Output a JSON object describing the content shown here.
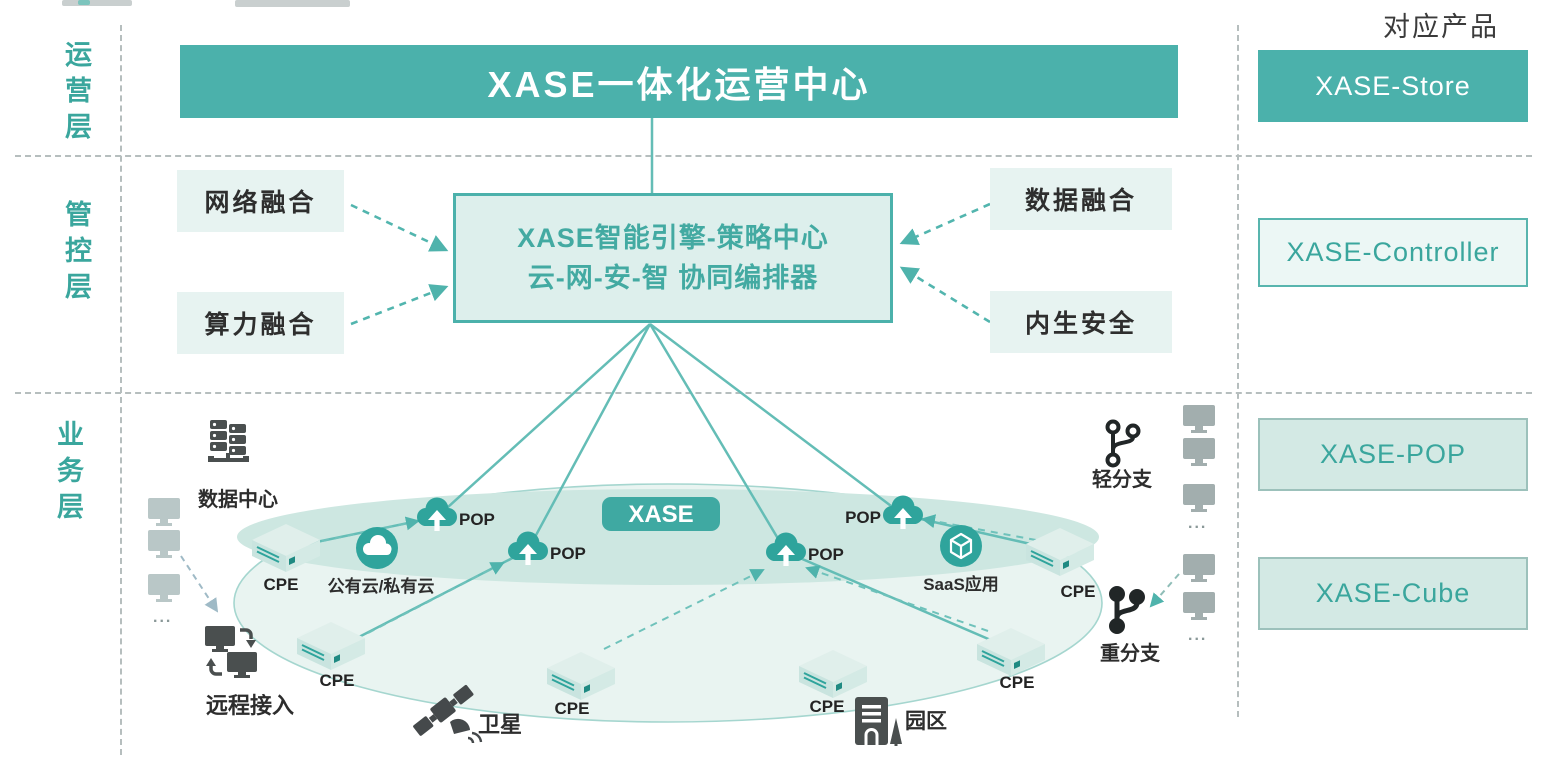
{
  "layers": [
    {
      "label": "运营层"
    },
    {
      "label": "管控层"
    },
    {
      "label": "业务层"
    }
  ],
  "banner": "XASE一体化运营中心",
  "products_title": "对应产品",
  "products": [
    "XASE-Store",
    "XASE-Controller",
    "XASE-POP",
    "XASE-Cube"
  ],
  "engine": {
    "line1": "XASE智能引擎-策略中心",
    "line2": "云-网-安-智 协同编排器"
  },
  "capabilities": [
    "网络融合",
    "算力融合",
    "数据融合",
    "内生安全"
  ],
  "network": {
    "core_label": "XASE",
    "pop": "POP",
    "cpe": "CPE",
    "datacenter": "数据中心",
    "public_private_cloud": "公有云/私有云",
    "saas": "SaaS应用",
    "remote_access": "远程接入",
    "satellite": "卫星",
    "campus": "园区",
    "light_branch": "轻分支",
    "heavy_branch": "重分支",
    "more": "..."
  },
  "colors": {
    "teal": "#4bb1ab",
    "teal_dark": "#2fa49c",
    "teal_text": "#3aa69d",
    "light_box": "#e7f3f1",
    "engine_bg": "#ddefec",
    "tint_box": "#d3e9e4",
    "disc_inner": "#cde7e1",
    "disc_outer": "#e9f4f1",
    "line": "#64bdb6",
    "dark_icon": "#4a4f4f",
    "text_dark": "#2d2d2d"
  }
}
